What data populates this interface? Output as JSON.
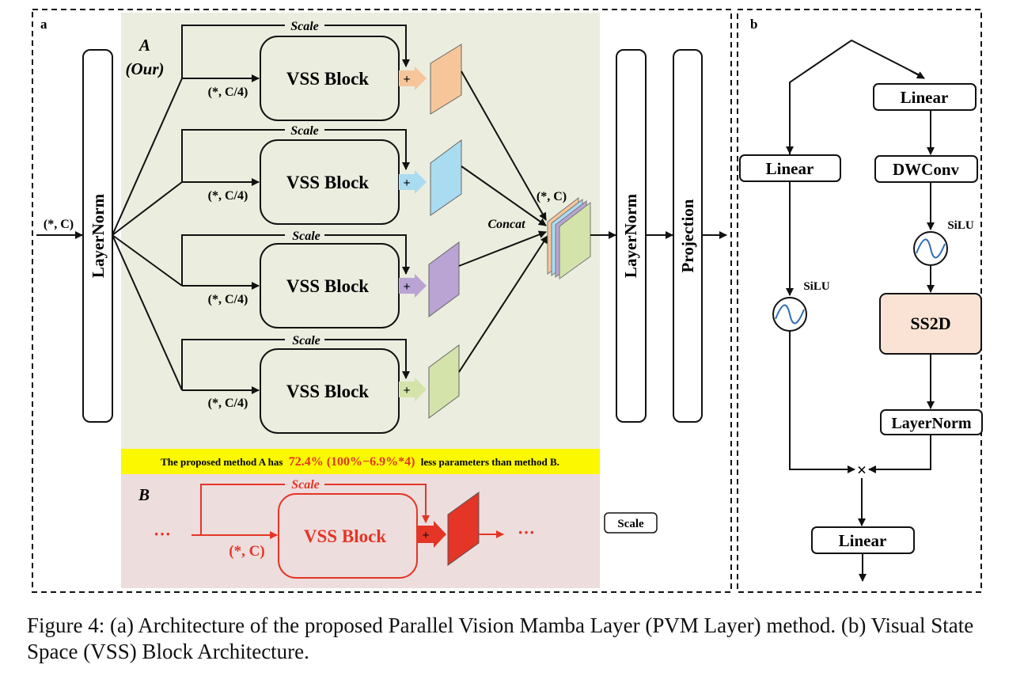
{
  "panel_a": {
    "label": "a",
    "input_dim": "(*, C)",
    "layernorm_left": "LayerNorm",
    "method_a_title": "A",
    "method_a_subtitle": "(Our)",
    "scale_label": "Scale",
    "branch_dim": "(*, C/4)",
    "vss_block": "VSS Block",
    "plus": "+",
    "concat_label": "Concat",
    "concat_dim": "(*, C)",
    "layernorm_right": "LayerNorm",
    "projection": "Projection",
    "note_prefix": "The proposed method A has",
    "note_highlight": "72.4% (100%−6.9%*4)",
    "note_suffix": "less parameters than method B.",
    "method_b_title": "B",
    "ellipsis": "···",
    "method_b_dim": "(*, C)",
    "legend_scale": "Scale",
    "colors": {
      "panel_a_bg": "#ebedde",
      "panel_b_bg": "#eedddd",
      "note_bg": "#fbf800",
      "red": "#e43526",
      "branch1": "#f6c69a",
      "branch2": "#a9dcf1",
      "branch3": "#b9a4d4",
      "branch4": "#d4e3aa",
      "ss2d_bg": "#fae3d4"
    }
  },
  "panel_b": {
    "label": "b",
    "linear_top": "Linear",
    "linear_left": "Linear",
    "dwconv": "DWConv",
    "silu_right": "SiLU",
    "silu_left": "SiLU",
    "ss2d": "SS2D",
    "layernorm": "LayerNorm",
    "multiply": "×",
    "linear_bottom": "Linear"
  },
  "caption": "Figure 4: (a) Architecture of the proposed Parallel Vision Mamba Layer (PVM Layer) method. (b) Visual State Space (VSS) Block Architecture."
}
